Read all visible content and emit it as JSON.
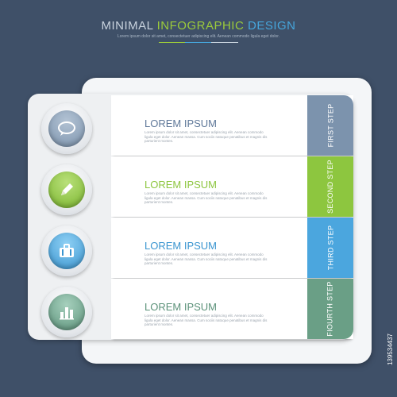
{
  "header": {
    "title_part1": "MINIMAL",
    "title_part2": "INFOGRAPHIC",
    "title_part3": "DESIGN",
    "subtitle": "Lorem ipsum dolor sit amet, consectetuer adipiscing elit. Aenean commodo ligula eget dolor."
  },
  "steps": [
    {
      "title": "LOREM IPSUM",
      "text": "Lorem ipsum dolor sit amet, consectetuer adipiscing elit. Aenean commodo ligula eget dolor. Aenean massa. Cum sociis natoque penatibus et magnis dis parturient montes.",
      "tab": "FIRST STEP",
      "icon": "speech-bubble-icon",
      "color": "#7c93ad"
    },
    {
      "title": "LOREM IPSUM",
      "text": "Lorem ipsum dolor sit amet, consectetuer adipiscing elit. Aenean commodo ligula eget dolor. Aenean massa. Cum sociis natoque penatibus et magnis dis parturient montes.",
      "tab": "SECOND STEP",
      "icon": "pencil-icon",
      "color": "#8dc63f"
    },
    {
      "title": "LOREM IPSUM",
      "text": "Lorem ipsum dolor sit amet, consectetuer adipiscing elit. Aenean commodo ligula eget dolor. Aenean massa. Cum sociis natoque penatibus et magnis dis parturient montes.",
      "tab": "THIRD STEP",
      "icon": "briefcase-icon",
      "color": "#4ba6de"
    },
    {
      "title": "LOREM IPSUM",
      "text": "Lorem ipsum dolor sit amet, consectetuer adipiscing elit. Aenean commodo ligula eget dolor. Aenean massa. Cum sociis natoque penatibus et magnis dis parturient montes.",
      "tab": "FIOURTH STEP",
      "icon": "bar-chart-icon",
      "color": "#6a9f86"
    }
  ],
  "watermark": "139534437",
  "colors": {
    "background": "#3f5068",
    "title_gray": "#c9d3de",
    "title_green": "#9ccb3b",
    "title_blue": "#46a6dc"
  }
}
